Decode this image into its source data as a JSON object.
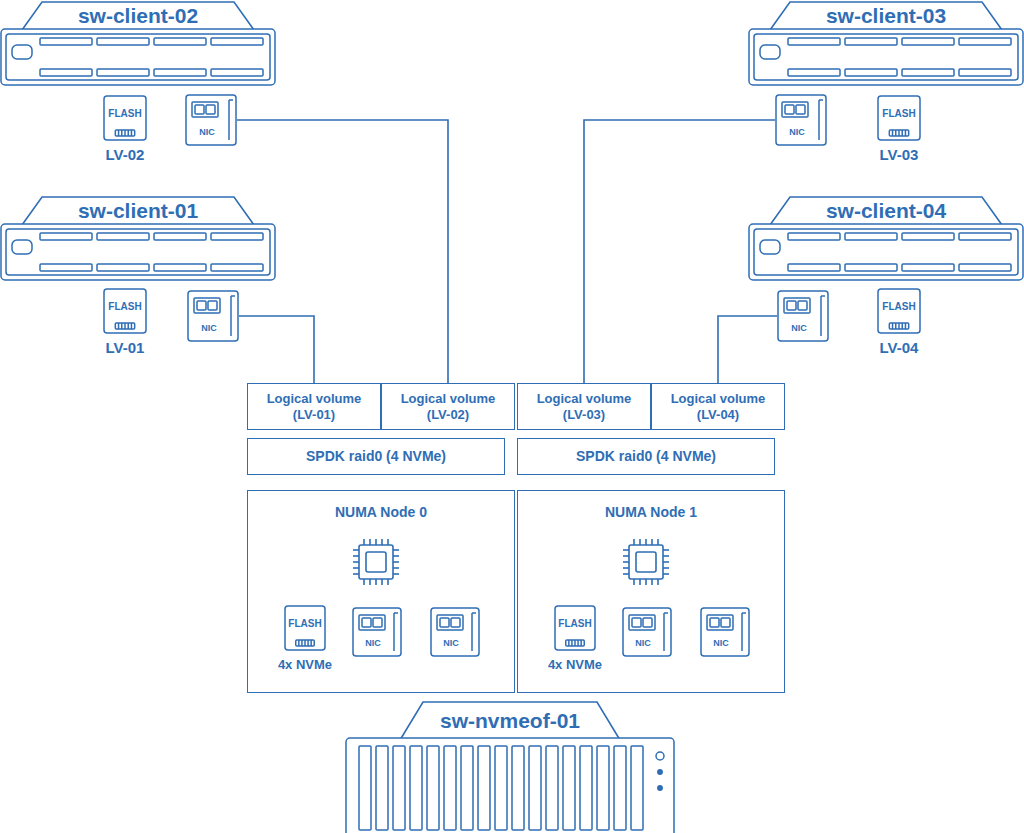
{
  "diagram": {
    "nodes": [
      {
        "text": [
          "sw-client-02"
        ]
      },
      {
        "text": [
          "FLASH",
          "LV-02"
        ]
      },
      {
        "text": [
          "NIC"
        ]
      },
      {
        "text": [
          "sw-client-03"
        ]
      },
      {
        "text": [
          "NIC"
        ]
      },
      {
        "text": [
          "FLASH",
          "LV-03"
        ]
      },
      {
        "text": [
          "sw-client-01"
        ]
      },
      {
        "text": [
          "FLASH",
          "LV-01"
        ]
      },
      {
        "text": [
          "NIC"
        ]
      },
      {
        "text": [
          "sw-client-04"
        ]
      },
      {
        "text": [
          "NIC"
        ]
      },
      {
        "text": [
          "FLASH",
          "LV-04"
        ]
      },
      {
        "text": [
          "Logical volume (LV-01)"
        ]
      },
      {
        "text": [
          "Logical volume (LV-02)"
        ]
      },
      {
        "text": [
          "Logical volume (LV-03)"
        ]
      },
      {
        "text": [
          "Logical volume (LV-04)"
        ]
      },
      {
        "text": [
          "SPDK raid0 (4 NVMe)"
        ]
      },
      {
        "text": [
          "SPDK raid0 (4 NVMe)"
        ]
      },
      {
        "text": [
          "NUMA Node 0"
        ]
      },
      {
        "text": [
          "FLASH",
          "4x NVMe"
        ],
        "in": 18
      },
      {
        "text": [
          "NIC"
        ],
        "in": 18
      },
      {
        "text": [
          "NIC"
        ],
        "in": 18
      },
      {
        "text": [
          "NUMA Node 1"
        ]
      },
      {
        "text": [
          "FLASH",
          "4x NVMe"
        ],
        "in": 22
      },
      {
        "text": [
          "NIC"
        ],
        "in": 22
      },
      {
        "text": [
          "NIC"
        ],
        "in": 22
      },
      {
        "text": [
          "sw-nvmeof-01"
        ]
      }
    ],
    "edges": [
      {
        "from": 8,
        "to": 12,
        "arrow": "none"
      },
      {
        "from": 2,
        "to": 13,
        "arrow": "none"
      },
      {
        "from": 4,
        "to": 14,
        "arrow": "none"
      },
      {
        "from": 10,
        "to": 15,
        "arrow": "none"
      }
    ]
  }
}
